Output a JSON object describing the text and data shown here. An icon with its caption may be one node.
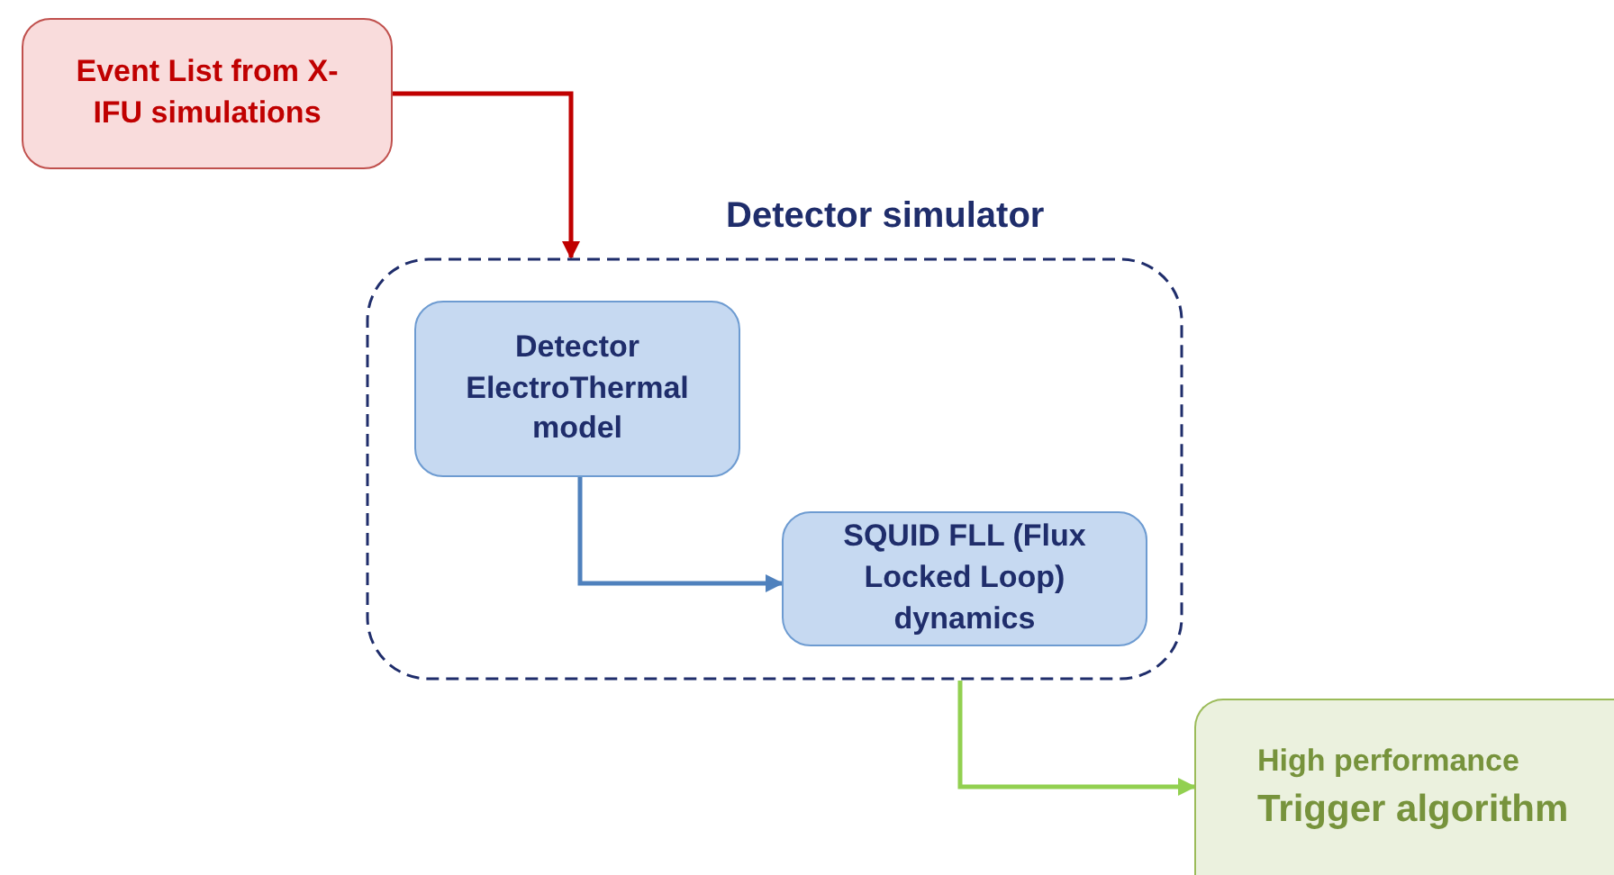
{
  "diagram": {
    "nodes": [
      {
        "text": [
          "Event List from X-IFU simulations"
        ]
      },
      {
        "text": [
          "Detector simulator"
        ]
      },
      {
        "text": [
          "Detector ElectroThermal model"
        ],
        "in": 1
      },
      {
        "text": [
          "SQUID FLL (Flux Locked Loop) dynamics"
        ],
        "in": 1
      },
      {
        "text": [
          "High performance",
          "Trigger algorithm"
        ]
      }
    ],
    "edges": [
      {
        "from": 0,
        "to": 1,
        "arrow": "to",
        "color": "#c00000"
      },
      {
        "from": 2,
        "to": 3,
        "arrow": "to",
        "color": "#4f81bd"
      },
      {
        "from": 1,
        "to": 4,
        "arrow": "to",
        "color": "#92d050"
      }
    ]
  }
}
